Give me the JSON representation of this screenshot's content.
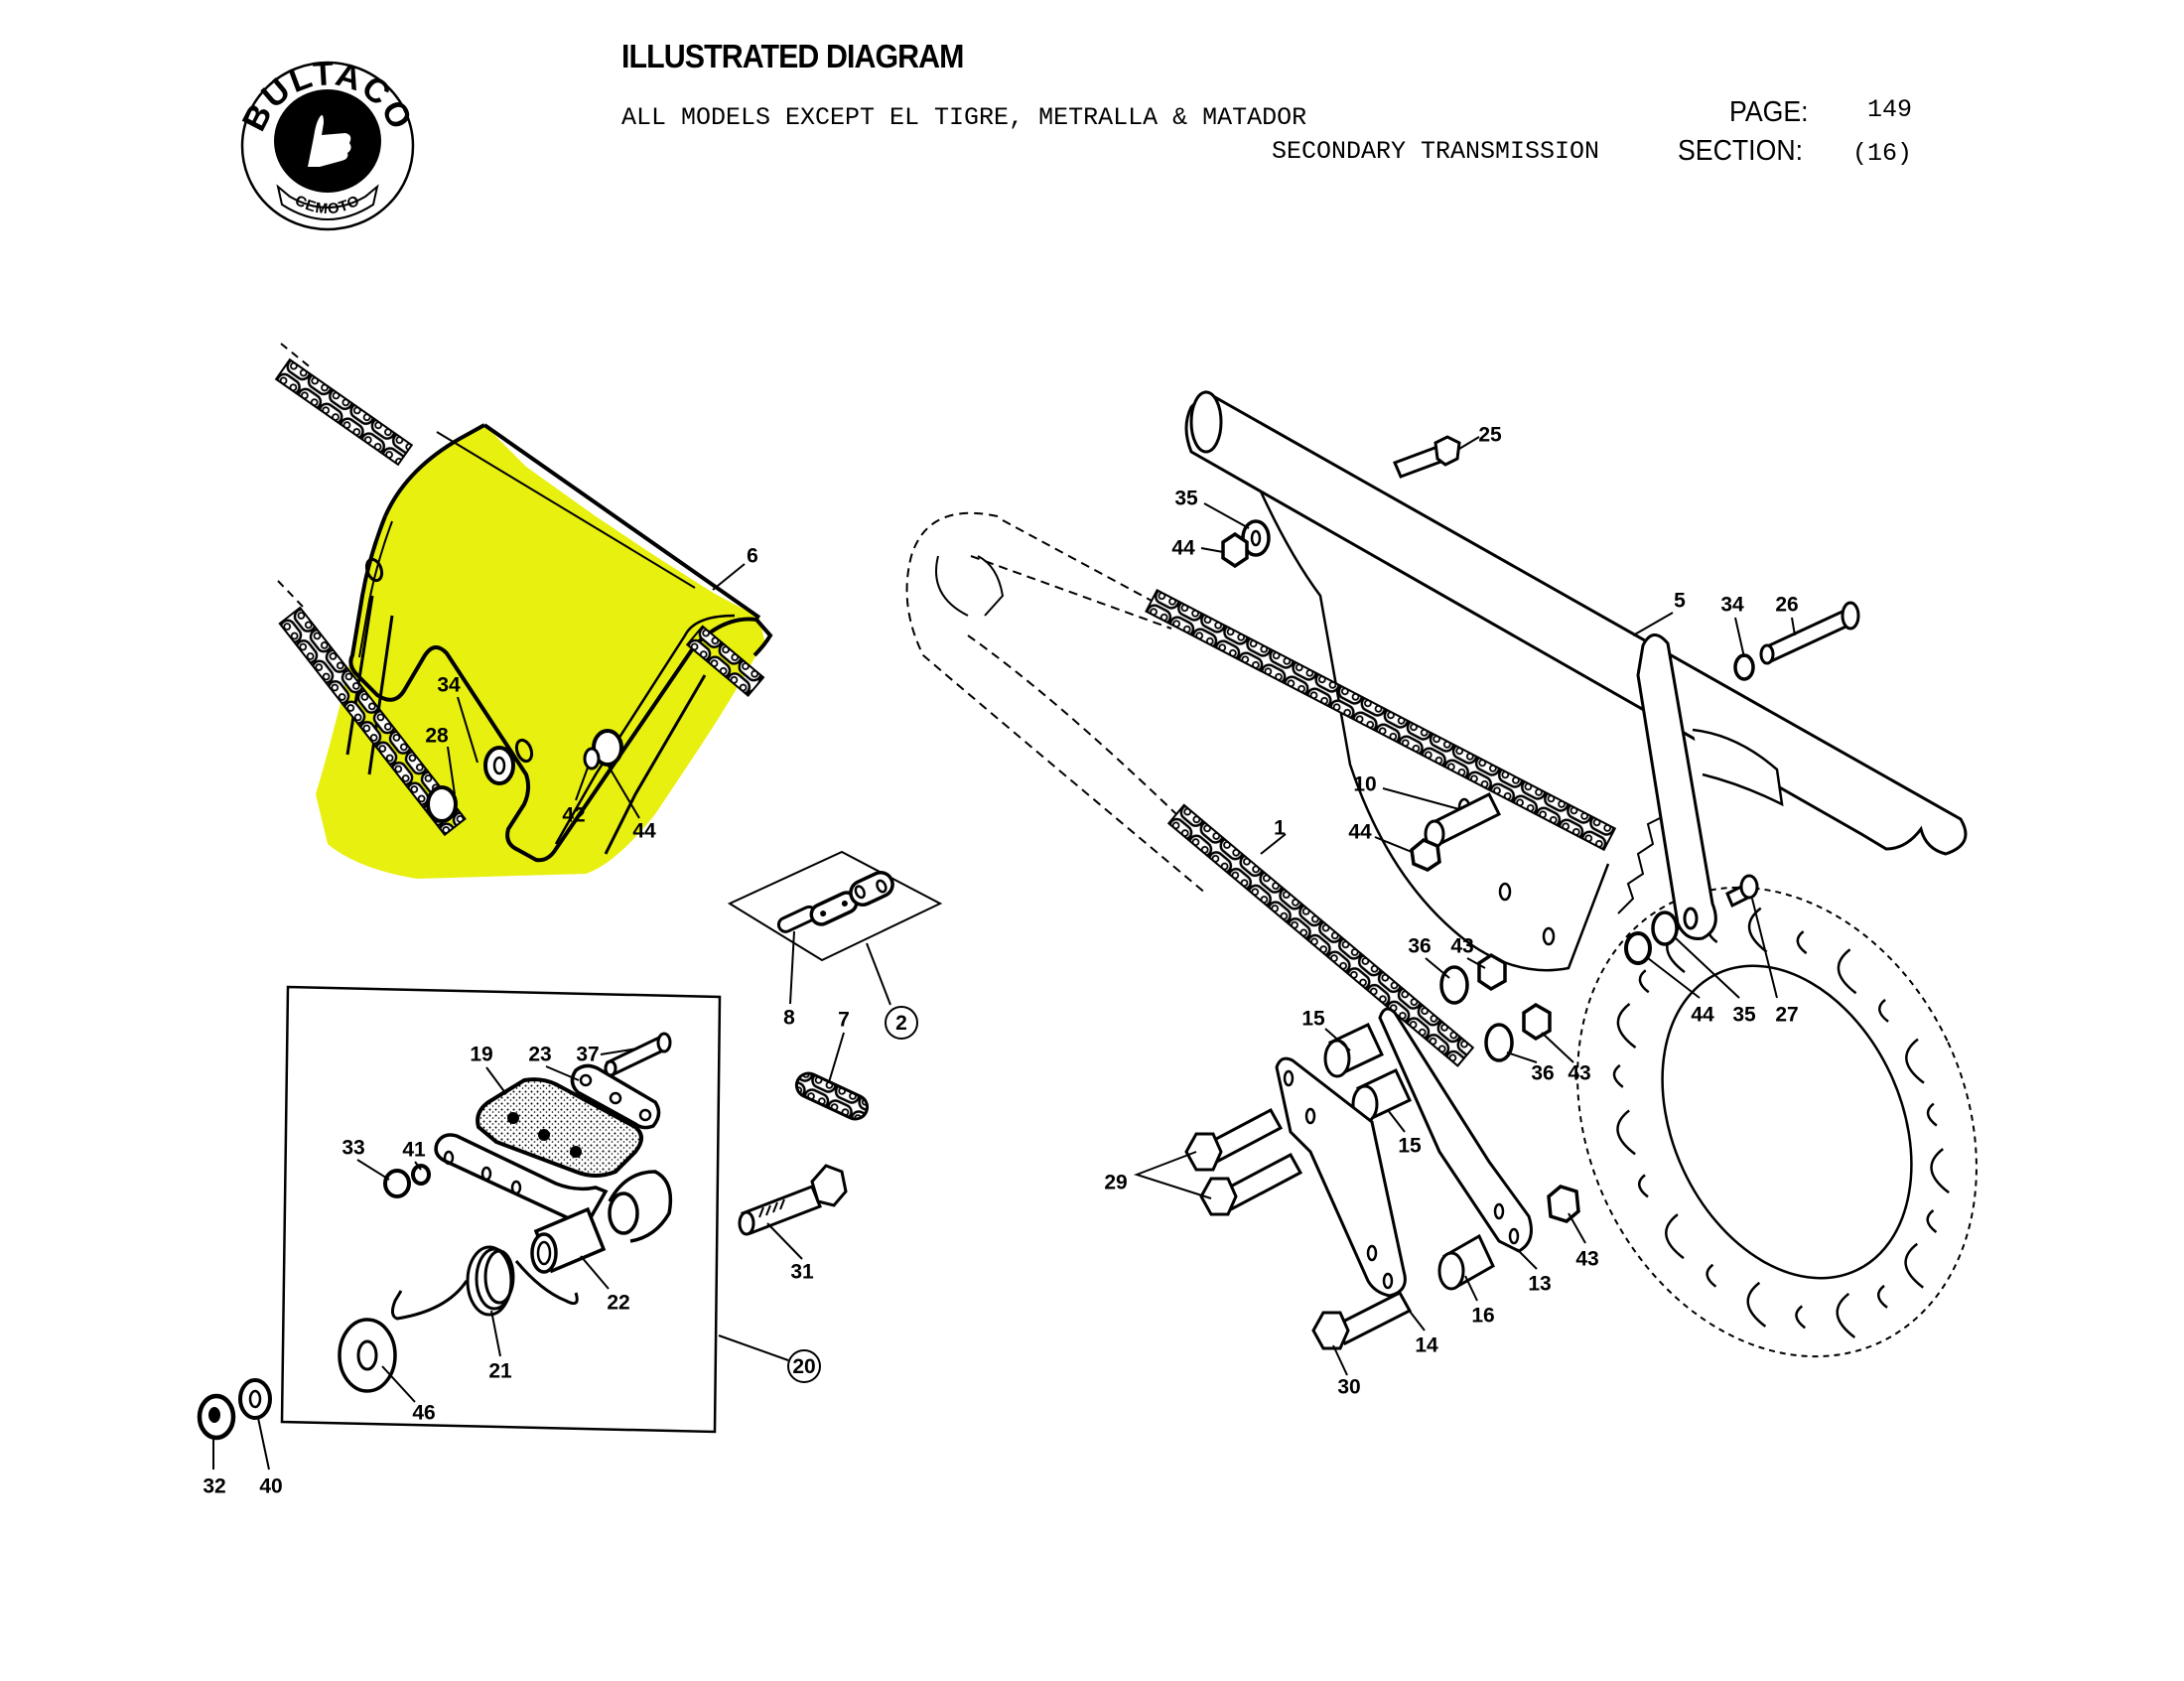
{
  "header": {
    "logo": {
      "brand_text": "BULTACO",
      "ribbon_text": "CEMOTO",
      "icon": "thumbs-up-icon"
    },
    "title": "ILLUSTRATED DIAGRAM",
    "models_note": "ALL MODELS EXCEPT EL TIGRE, METRALLA & MATADOR",
    "section_name": "SECONDARY TRANSMISSION",
    "page_label": "PAGE:",
    "page_value": "149",
    "section_label": "SECTION:",
    "section_value": "(16)"
  },
  "colors": {
    "highlight": "#E8F010",
    "ink": "#000000",
    "paper": "#FFFFFF"
  },
  "diagram": {
    "highlighted_part": "6",
    "groups": [
      {
        "name": "chain-guard-detail",
        "callouts": [
          "6",
          "34",
          "28",
          "42",
          "44"
        ]
      },
      {
        "name": "master-link-kit",
        "kit_number": "2",
        "callouts": [
          "8",
          "7"
        ]
      },
      {
        "name": "chain-tensioner-kit",
        "kit_number": "20",
        "callouts": [
          "19",
          "23",
          "37",
          "33",
          "41",
          "22",
          "21",
          "46"
        ]
      },
      {
        "name": "loose-hardware",
        "callouts": [
          "31",
          "32",
          "40"
        ]
      },
      {
        "name": "swingarm-assembly",
        "callouts": [
          "25",
          "35",
          "44",
          "5",
          "34",
          "26",
          "10",
          "1",
          "44",
          "36",
          "43",
          "44",
          "35",
          "27",
          "15",
          "36",
          "43",
          "15",
          "29",
          "43",
          "13",
          "14",
          "16",
          "30"
        ]
      }
    ],
    "callouts": [
      {
        "id": "c6",
        "label": "6"
      },
      {
        "id": "c34a",
        "label": "34"
      },
      {
        "id": "c28",
        "label": "28"
      },
      {
        "id": "c42",
        "label": "42"
      },
      {
        "id": "c44a",
        "label": "44"
      },
      {
        "id": "c8",
        "label": "8"
      },
      {
        "id": "c7",
        "label": "7"
      },
      {
        "id": "c2",
        "label": "2",
        "circled": true
      },
      {
        "id": "c19",
        "label": "19"
      },
      {
        "id": "c23",
        "label": "23"
      },
      {
        "id": "c37",
        "label": "37"
      },
      {
        "id": "c33",
        "label": "33"
      },
      {
        "id": "c41",
        "label": "41"
      },
      {
        "id": "c22",
        "label": "22"
      },
      {
        "id": "c21",
        "label": "21"
      },
      {
        "id": "c46",
        "label": "46"
      },
      {
        "id": "c20",
        "label": "20",
        "circled": true
      },
      {
        "id": "c31",
        "label": "31"
      },
      {
        "id": "c32",
        "label": "32"
      },
      {
        "id": "c40",
        "label": "40"
      },
      {
        "id": "c25",
        "label": "25"
      },
      {
        "id": "c35a",
        "label": "35"
      },
      {
        "id": "c44b",
        "label": "44"
      },
      {
        "id": "c5",
        "label": "5"
      },
      {
        "id": "c34b",
        "label": "34"
      },
      {
        "id": "c26",
        "label": "26"
      },
      {
        "id": "c10",
        "label": "10"
      },
      {
        "id": "c1",
        "label": "1"
      },
      {
        "id": "c44c",
        "label": "44"
      },
      {
        "id": "c36a",
        "label": "36"
      },
      {
        "id": "c43a",
        "label": "43"
      },
      {
        "id": "c44d",
        "label": "44"
      },
      {
        "id": "c35b",
        "label": "35"
      },
      {
        "id": "c27",
        "label": "27"
      },
      {
        "id": "c15a",
        "label": "15"
      },
      {
        "id": "c36b",
        "label": "36"
      },
      {
        "id": "c43b",
        "label": "43"
      },
      {
        "id": "c15b",
        "label": "15"
      },
      {
        "id": "c29",
        "label": "29"
      },
      {
        "id": "c43c",
        "label": "43"
      },
      {
        "id": "c13",
        "label": "13"
      },
      {
        "id": "c14",
        "label": "14"
      },
      {
        "id": "c16",
        "label": "16"
      },
      {
        "id": "c30",
        "label": "30"
      }
    ]
  }
}
